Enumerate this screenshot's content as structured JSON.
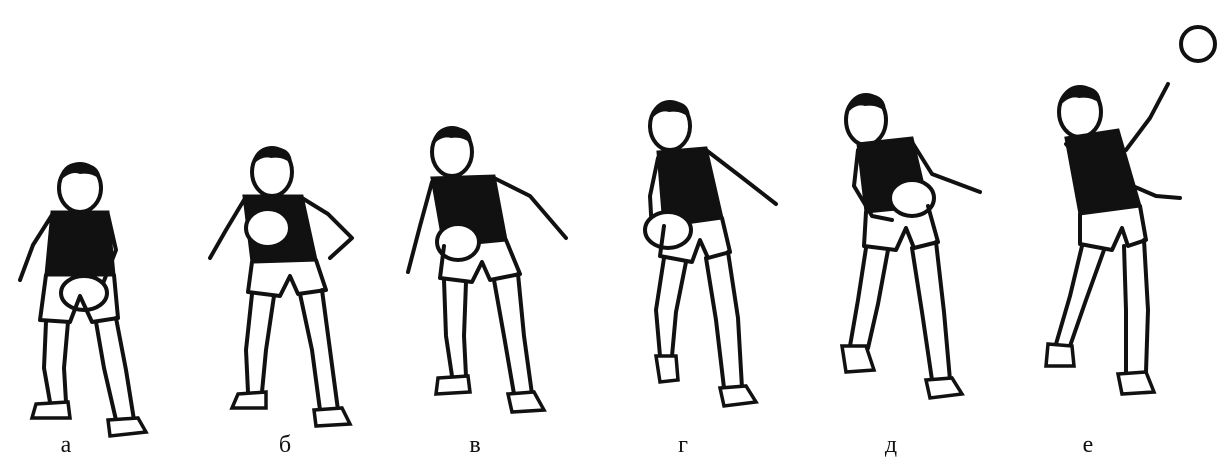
{
  "figure": {
    "frames": [
      {
        "label": "а"
      },
      {
        "label": "б"
      },
      {
        "label": "в"
      },
      {
        "label": "г"
      },
      {
        "label": "д"
      },
      {
        "label": "е"
      }
    ]
  }
}
